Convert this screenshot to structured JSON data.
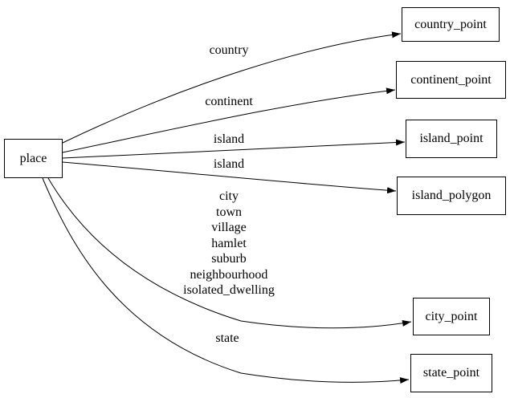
{
  "diagram": {
    "kind": "directed-graph",
    "background_color": "#ffffff",
    "stroke_color": "#000000",
    "text_color": "#000000"
  },
  "nodes": {
    "place": {
      "label": "place"
    },
    "country_point": {
      "label": "country_point"
    },
    "continent_point": {
      "label": "continent_point"
    },
    "island_point": {
      "label": "island_point"
    },
    "island_polygon": {
      "label": "island_polygon"
    },
    "city_point": {
      "label": "city_point"
    },
    "state_point": {
      "label": "state_point"
    }
  },
  "edges": {
    "country": {
      "from": "place",
      "to": "country_point",
      "label": "country"
    },
    "continent": {
      "from": "place",
      "to": "continent_point",
      "label": "continent"
    },
    "island_to_point": {
      "from": "place",
      "to": "island_point",
      "label": "island"
    },
    "island_to_polygon": {
      "from": "place",
      "to": "island_polygon",
      "label": "island"
    },
    "city": {
      "from": "place",
      "to": "city_point",
      "labels": [
        "city",
        "town",
        "village",
        "hamlet",
        "suburb",
        "neighbourhood",
        "isolated_dwelling"
      ]
    },
    "state": {
      "from": "place",
      "to": "state_point",
      "label": "state"
    }
  }
}
